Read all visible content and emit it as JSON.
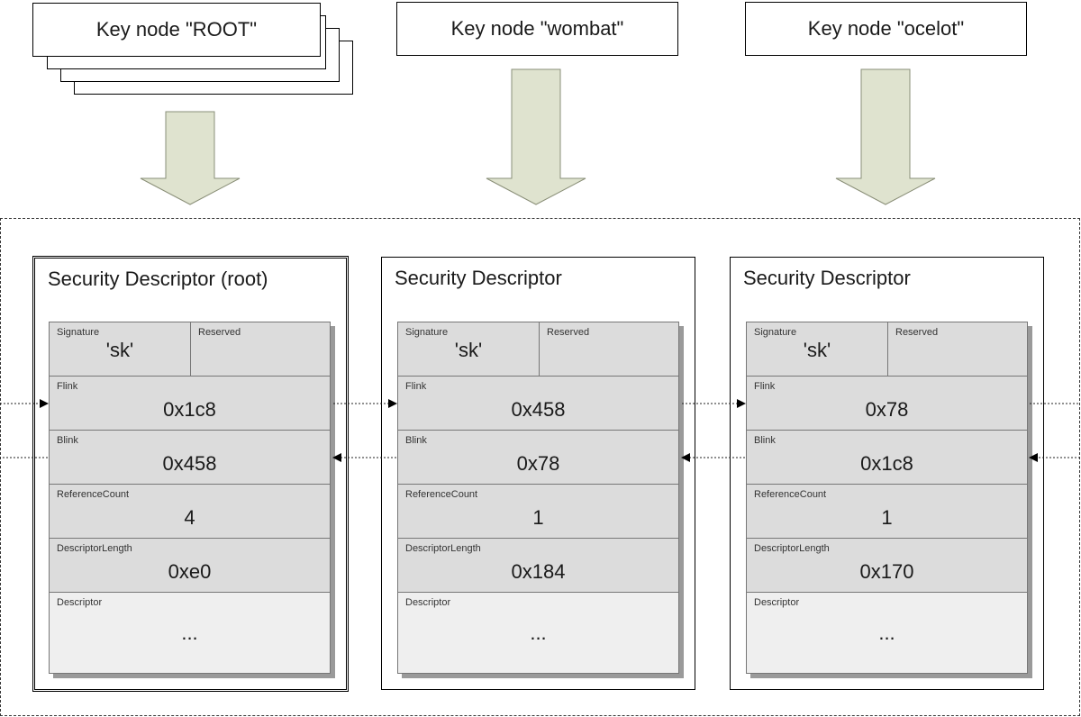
{
  "key_nodes": [
    {
      "label": "Key node \"ROOT\""
    },
    {
      "label": "Key node \"wombat\""
    },
    {
      "label": "Key node \"ocelot\""
    }
  ],
  "descriptors": [
    {
      "title": "Security Descriptor (root)",
      "signature": {
        "name": "Signature",
        "value": "'sk'"
      },
      "reserved": {
        "name": "Reserved"
      },
      "fields": [
        {
          "name": "Flink",
          "value": "0x1c8"
        },
        {
          "name": "Blink",
          "value": "0x458"
        },
        {
          "name": "ReferenceCount",
          "value": "4"
        },
        {
          "name": "DescriptorLength",
          "value": "0xe0"
        },
        {
          "name": "Descriptor",
          "value": "..."
        }
      ]
    },
    {
      "title": "Security Descriptor",
      "signature": {
        "name": "Signature",
        "value": "'sk'"
      },
      "reserved": {
        "name": "Reserved"
      },
      "fields": [
        {
          "name": "Flink",
          "value": "0x458"
        },
        {
          "name": "Blink",
          "value": "0x78"
        },
        {
          "name": "ReferenceCount",
          "value": "1"
        },
        {
          "name": "DescriptorLength",
          "value": "0x184"
        },
        {
          "name": "Descriptor",
          "value": "..."
        }
      ]
    },
    {
      "title": "Security Descriptor",
      "signature": {
        "name": "Signature",
        "value": "'sk'"
      },
      "reserved": {
        "name": "Reserved"
      },
      "fields": [
        {
          "name": "Flink",
          "value": "0x78"
        },
        {
          "name": "Blink",
          "value": "0x1c8"
        },
        {
          "name": "ReferenceCount",
          "value": "1"
        },
        {
          "name": "DescriptorLength",
          "value": "0x170"
        },
        {
          "name": "Descriptor",
          "value": "..."
        }
      ]
    }
  ],
  "colors": {
    "arrow_fill": "#dfe3cf",
    "arrow_stroke": "#8a8f78",
    "row_fill": "#dcdcdc",
    "descriptor_row_fill": "#efefef"
  }
}
